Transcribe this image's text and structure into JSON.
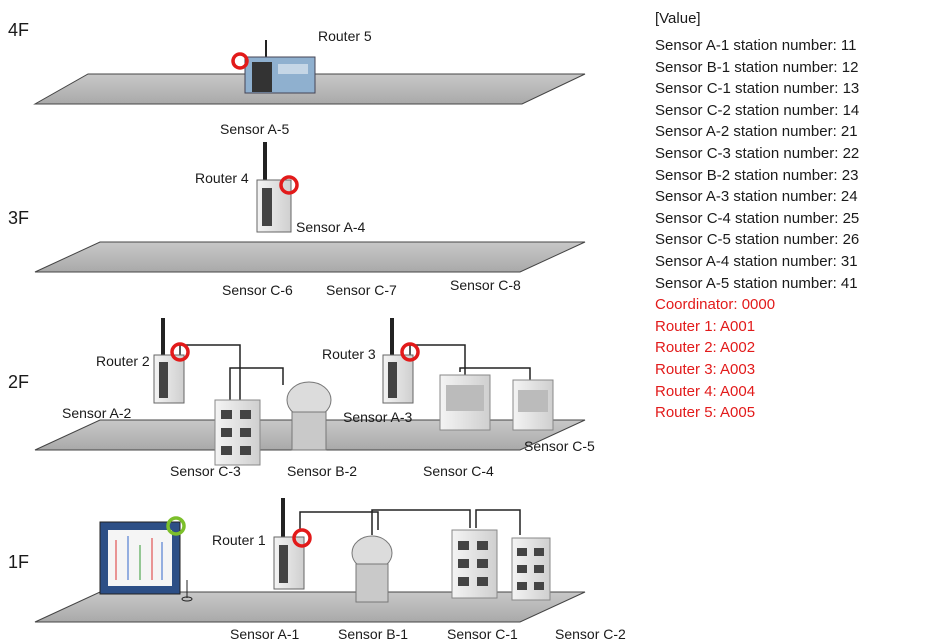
{
  "floors": {
    "f4": "4F",
    "f3": "3F",
    "f2": "2F",
    "f1": "1F"
  },
  "labels": {
    "router5": "Router 5",
    "sensor_a5": "Sensor A-5",
    "router4": "Router 4",
    "sensor_a4": "Sensor A-4",
    "sensor_c6": "Sensor C-6",
    "sensor_c7": "Sensor C-7",
    "sensor_c8": "Sensor C-8",
    "router2": "Router 2",
    "router3": "Router 3",
    "sensor_a2": "Sensor A-2",
    "sensor_a3": "Sensor A-3",
    "sensor_c3": "Sensor C-3",
    "sensor_b2": "Sensor B-2",
    "sensor_c4": "Sensor C-4",
    "sensor_c5": "Sensor C-5",
    "router1": "Router 1",
    "sensor_a1": "Sensor A-1",
    "sensor_b1": "Sensor B-1",
    "sensor_c1": "Sensor C-1",
    "sensor_c2": "Sensor C-2"
  },
  "value_panel": {
    "heading": "[Value]",
    "stations": [
      "Sensor A-1 station number: 11",
      "Sensor B-1 station number: 12",
      "Sensor C-1 station number: 13",
      "Sensor C-2 station number: 14",
      "Sensor A-2 station number: 21",
      "Sensor C-3 station number: 22",
      "Sensor B-2 station number: 23",
      "Sensor A-3 station number: 24",
      "Sensor C-4 station number: 25",
      "Sensor C-5 station number: 26",
      "Sensor A-4 station number: 31",
      "Sensor A-5 station number: 41"
    ],
    "addresses": [
      "Coordinator: 0000",
      "Router 1: A001",
      "Router 2: A002",
      "Router 3: A003",
      "Router 4: A004",
      "Router 5: A005"
    ]
  },
  "colors": {
    "router_marker": "#e21a1a",
    "coordinator_marker": "#7cbf2a",
    "address_text": "#e21a1a"
  }
}
